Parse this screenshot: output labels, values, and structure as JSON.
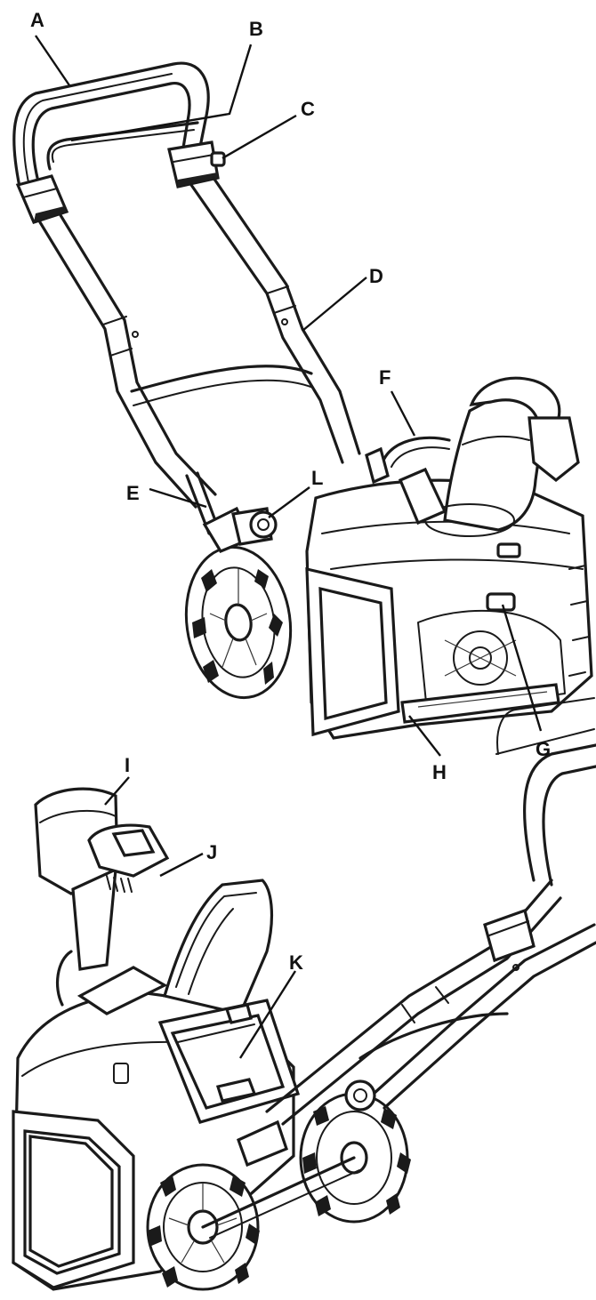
{
  "callouts": {
    "A": "A",
    "B": "B",
    "C": "C",
    "D": "D",
    "E": "E",
    "F": "F",
    "G": "G",
    "H": "H",
    "I": "I",
    "J": "J",
    "K": "K",
    "L": "L"
  },
  "colors": {
    "ink": "#1a1a1a",
    "background": "#ffffff"
  }
}
